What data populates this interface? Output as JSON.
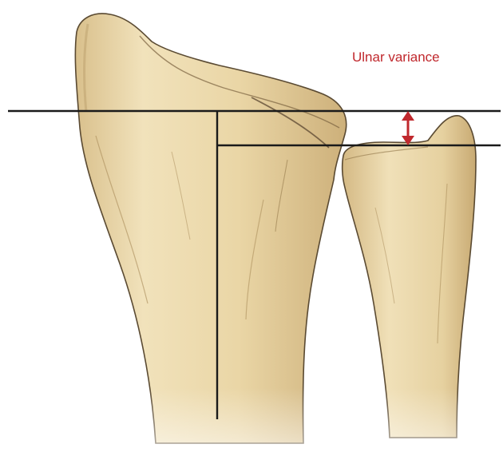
{
  "figure": {
    "annotation_label": "Ulnar variance",
    "colors": {
      "background": "#ffffff",
      "bone_fill": "#ecd9ab",
      "bone_shade": "#c9ad78",
      "bone_outline": "#4a3c28",
      "reference_lines": "#1a1a1a",
      "arrow": "#c0282d",
      "label": "#c0282d"
    },
    "structures": [
      {
        "name": "radius",
        "icon": "distal-radius-bone"
      },
      {
        "name": "ulna",
        "icon": "distal-ulna-bone"
      }
    ],
    "markers": [
      {
        "name": "radius-articular-line"
      },
      {
        "name": "ulna-head-line"
      },
      {
        "name": "radius-axis-line"
      },
      {
        "name": "variance-arrow"
      }
    ]
  }
}
